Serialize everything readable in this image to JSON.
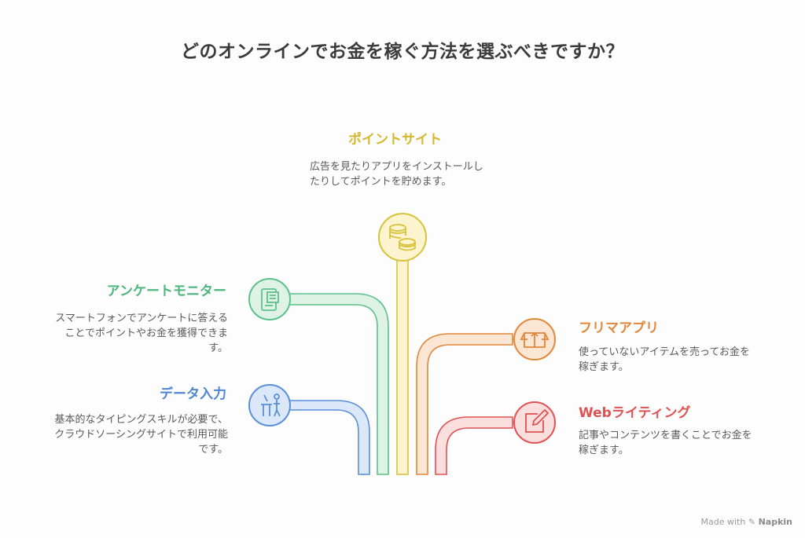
{
  "title": "どのオンラインでお金を稼ぐ方法を選ぶべきですか？",
  "options": {
    "point_site": {
      "label": "ポイントサイト",
      "desc": "広告を見たりアプリをインストールしたりしてポイントを貯めます。",
      "color": "#d8c23a",
      "icon": "coins-icon"
    },
    "survey": {
      "label": "アンケートモニター",
      "desc": "スマートフォンでアンケートに答えることでポイントやお金を獲得できます。",
      "color": "#5cc08a",
      "icon": "smartphone-icon"
    },
    "data_entry": {
      "label": "データ入力",
      "desc": "基本的なタイピングスキルが必要で、クラウドソーシングサイトで利用可能です。",
      "color": "#5b8fd6",
      "icon": "desk-worker-icon"
    },
    "flea_market": {
      "label": "フリマアプリ",
      "desc": "使っていないアイテムを売ってお金を稼ぎます。",
      "color": "#e0873a",
      "icon": "box-icon"
    },
    "web_writing": {
      "label": "Webライティング",
      "desc": "記事やコンテンツを書くことでお金を稼ぎます。",
      "color": "#e05252",
      "icon": "edit-icon"
    }
  },
  "footer": {
    "made_with": "Made with",
    "brand": "Napkin"
  }
}
